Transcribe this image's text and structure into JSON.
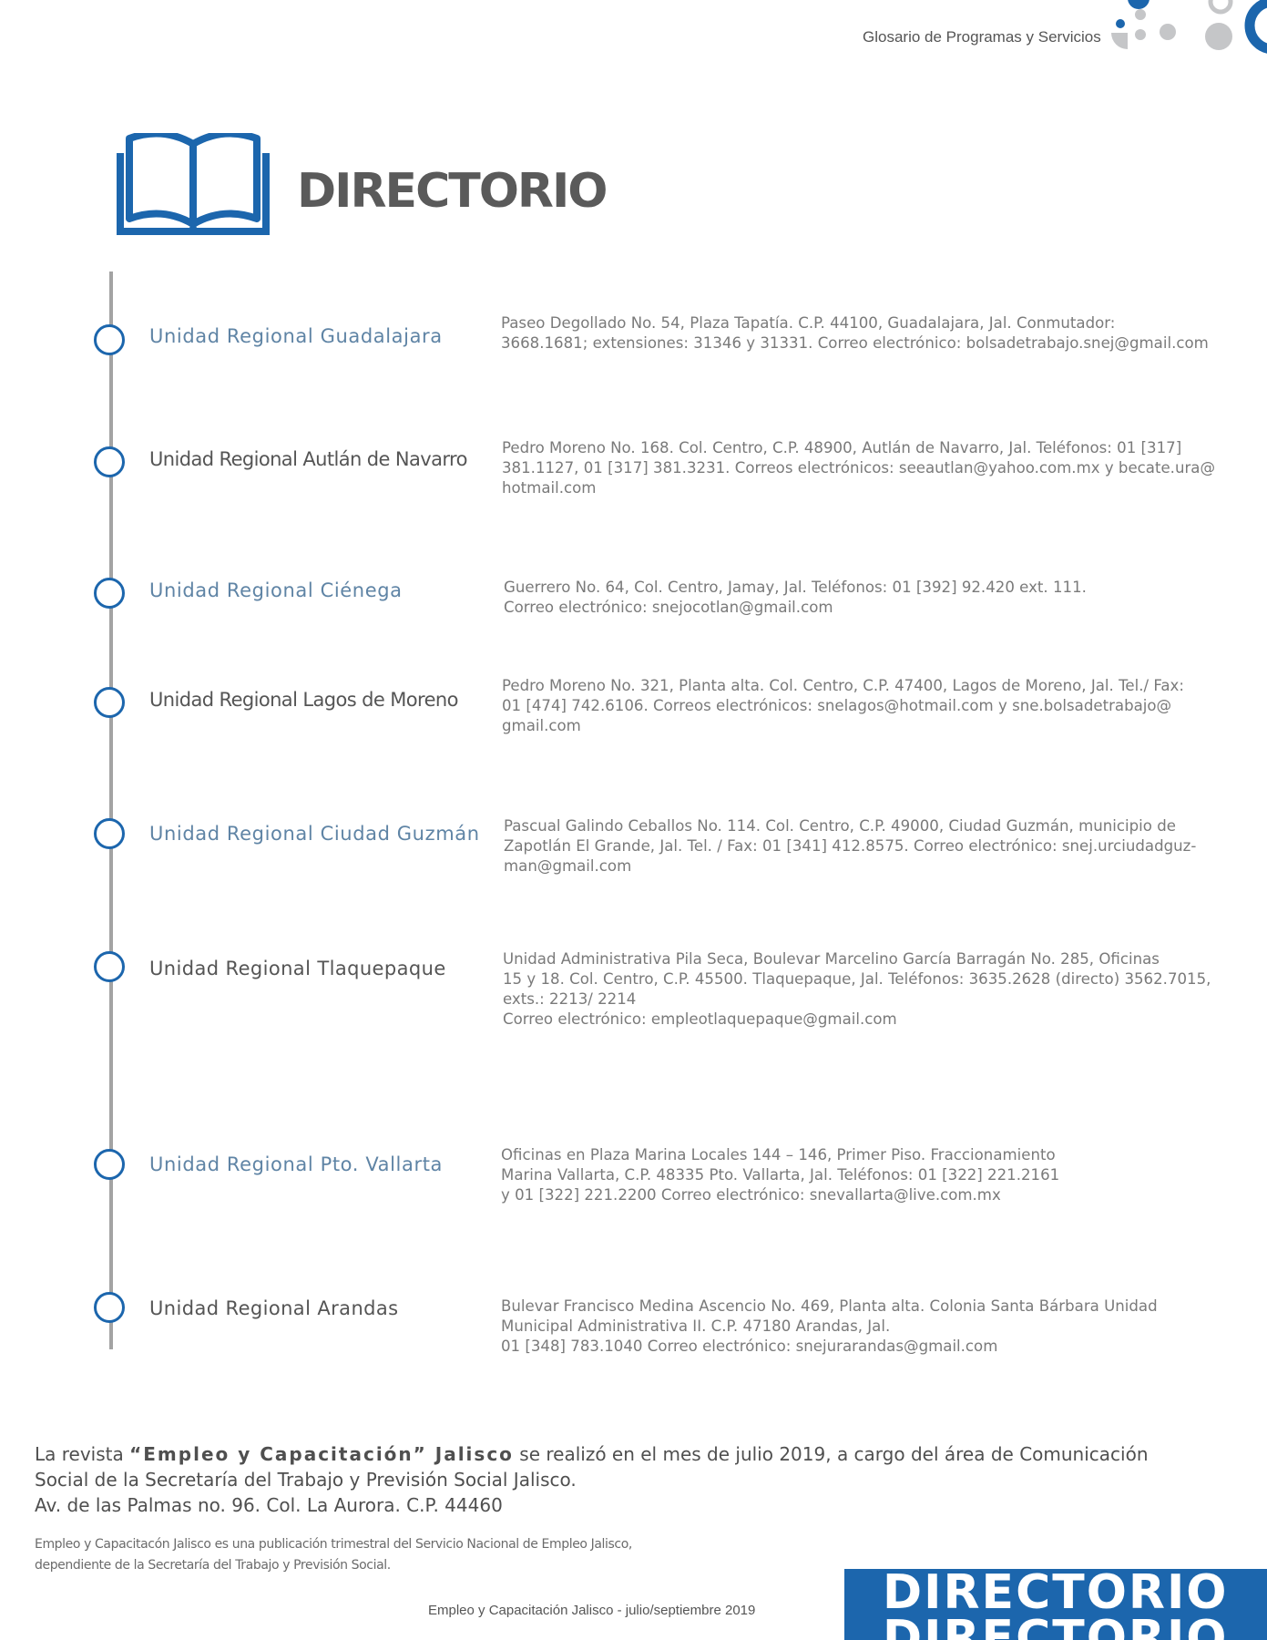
{
  "header": {
    "title": "Glosario de Programas y Servicios",
    "accent_color": "#1c66ad",
    "decor_color": "#c5c6c8"
  },
  "page": {
    "icon": "open-book-icon",
    "title": "DIRECTORIO"
  },
  "units": [
    {
      "name": "Unidad Regional Guadalajara",
      "detail": "Paseo Degollado No. 54, Plaza Tapatía. C.P. 44100, Guadalajara, Jal. Conmutador:\n3668.1681; extensiones: 31346 y 31331. Correo electrónico: bolsadetrabajo.snej@gmail.com"
    },
    {
      "name": "Unidad Regional Autlán de Navarro",
      "detail": "Pedro Moreno No. 168. Col. Centro, C.P. 48900, Autlán de Navarro, Jal. Teléfonos:  01 [317]\n381.1127, 01 [317] 381.3231. Correos electrónicos: seeautlan@yahoo.com.mx y becate.ura@\nhotmail.com"
    },
    {
      "name": "Unidad Regional Ciénega",
      "detail": "Guerrero No. 64, Col. Centro, Jamay, Jal. Teléfonos: 01 [392] 92.420  ext. 111.\nCorreo electrónico: snejocotlan@gmail.com"
    },
    {
      "name": "Unidad Regional Lagos de Moreno",
      "detail": "Pedro Moreno No. 321, Planta alta. Col. Centro, C.P. 47400, Lagos de Moreno, Jal. Tel./ Fax:\n01 [474] 742.6106. Correos electrónicos: snelagos@hotmail.com y sne.bolsadetrabajo@\ngmail.com"
    },
    {
      "name": "Unidad Regional Ciudad Guzmán",
      "detail": "Pascual Galindo Ceballos No. 114. Col. Centro, C.P. 49000, Ciudad Guzmán, municipio de\nZapotlán El Grande, Jal. Tel. / Fax: 01 [341] 412.8575. Correo electrónico: snej.urciudadguz-\nman@gmail.com"
    },
    {
      "name": "Unidad Regional Tlaquepaque",
      "detail": "Unidad Administrativa Pila Seca, Boulevar Marcelino García Barragán No. 285, Oficinas\n15 y 18. Col. Centro, C.P. 45500. Tlaquepaque, Jal. Teléfonos: 3635.2628 (directo) 3562.7015,\nexts.: 2213/ 2214\nCorreo electrónico: empleotlaquepaque@gmail.com"
    },
    {
      "name": "Unidad Regional Pto. Vallarta",
      "detail": "Oficinas en Plaza Marina Locales 144 – 146, Primer Piso. Fraccionamiento\nMarina Vallarta, C.P. 48335 Pto. Vallarta, Jal. Teléfonos: 01 [322] 221.2161\ny 01 [322] 221.2200 Correo electrónico: snevallarta@live.com.mx"
    },
    {
      "name": "Unidad Regional Arandas",
      "detail": "Bulevar Francisco Medina Ascencio No. 469, Planta alta. Colonia Santa Bárbara Unidad\nMunicipal Administrativa II. C.P. 47180 Arandas, Jal.\n01 [348] 783.1040 Correo electrónico: snejurarandas@gmail.com"
    }
  ],
  "credits": {
    "prefix": "La revista ",
    "magazine": "“Empleo y Capacitación” Jalisco",
    "line1_rest": " se realizó en el mes de julio 2019, a cargo del área de Comunicación",
    "line2": "Social de la Secretaría del Trabajo y Previsión Social Jalisco.",
    "line3": "Av. de las Palmas no. 96. Col. La Aurora. C.P. 44460"
  },
  "note": {
    "line1": "Empleo y Capacitacón Jalisco es una publicación trimestral del Servicio Nacional de Empleo Jalisco,",
    "line2": "dependiente de la Secretaría del Trabajo y Previsión Social."
  },
  "footer": {
    "text": "Empleo y Capacitación Jalisco - julio/septiembre 2019",
    "tab_line1": "DIRECTORIO",
    "tab_line2": "DIRECTORIO"
  }
}
